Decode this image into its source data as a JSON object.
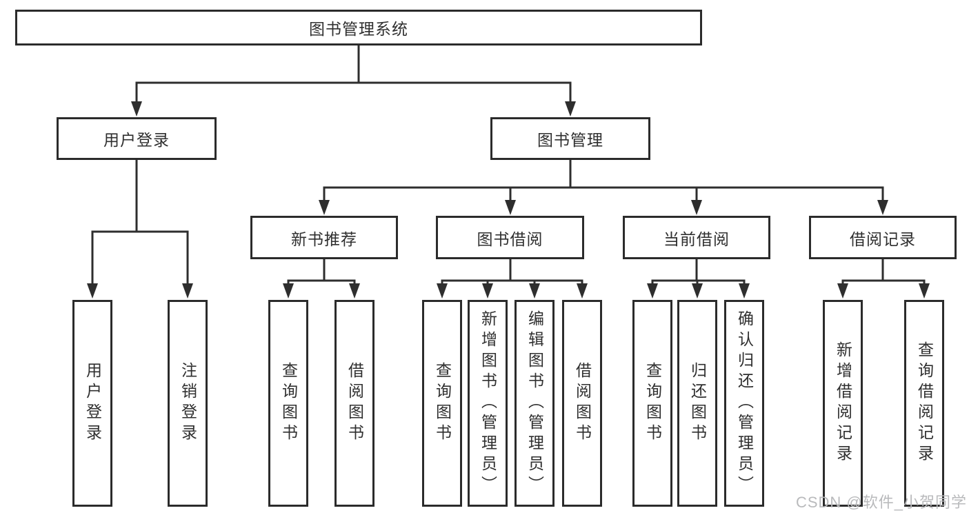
{
  "tree": {
    "root": {
      "label": "图书管理系统"
    },
    "branches": [
      {
        "label": "用户登录",
        "children": [
          "用户登录",
          "注销登录"
        ]
      },
      {
        "label": "图书管理",
        "sections": [
          {
            "label": "新书推荐",
            "children": [
              "查询图书",
              "借阅图书"
            ]
          },
          {
            "label": "图书借阅",
            "children": [
              "查询图书",
              "新增图书（管理员）",
              "编辑图书（管理员）",
              "借阅图书"
            ]
          },
          {
            "label": "当前借阅",
            "children": [
              "查询图书",
              "归还图书",
              "确认归还（管理员）"
            ]
          },
          {
            "label": "借阅记录",
            "children": [
              "新增借阅记录",
              "查询借阅记录"
            ]
          }
        ]
      }
    ]
  },
  "watermark": "CSDN @软件_小贺同学",
  "colors": {
    "line": "#2e2e2e",
    "box_border": "#2b2b2b",
    "text": "#2f2f2f",
    "watermark": "#b9babc",
    "background": "#ffffff"
  }
}
